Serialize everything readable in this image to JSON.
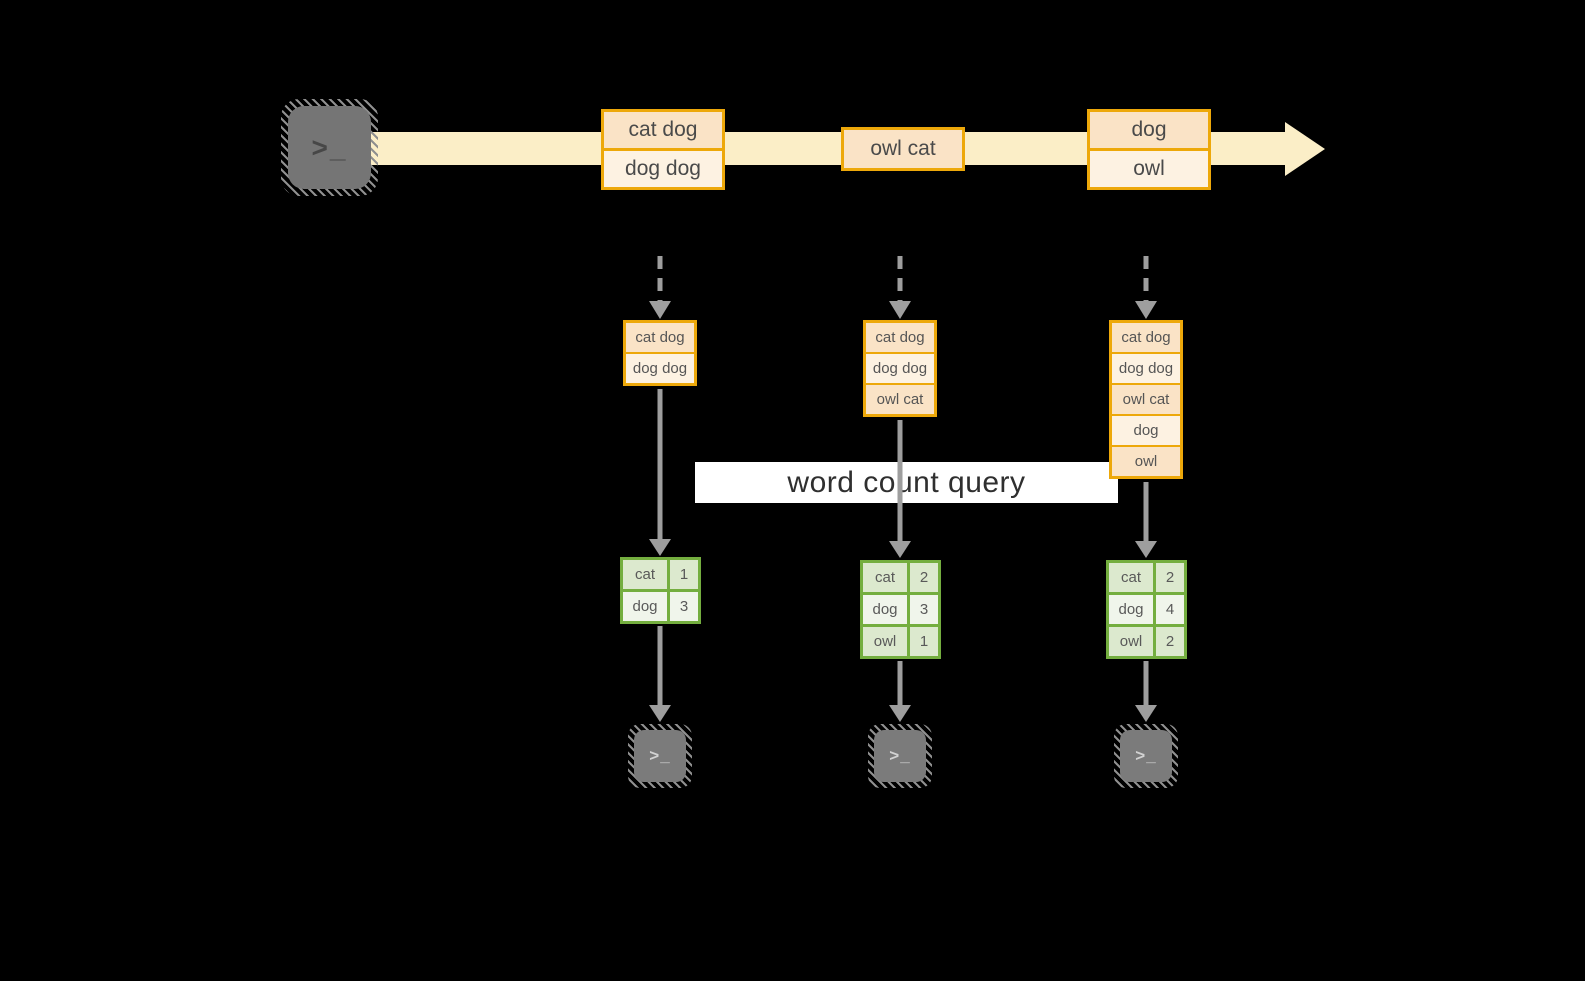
{
  "colors": {
    "amber": "#EDA80A",
    "peach": "#FAE3C6",
    "cream": "#FDF2E2",
    "band": "#FBEEC7",
    "green": "#74AE3F",
    "green-row-a": "#DCE9CE",
    "green-row-b": "#F0F5EB"
  },
  "source": {
    "terminal_glyph": ">_"
  },
  "stream": {
    "boxes": [
      {
        "cells": [
          "cat dog",
          "dog dog"
        ]
      },
      {
        "cells": [
          "owl cat"
        ]
      },
      {
        "cells": [
          "dog",
          "owl"
        ]
      }
    ]
  },
  "batches": [
    {
      "cells": [
        "cat dog",
        "dog dog"
      ]
    },
    {
      "cells": [
        "cat dog",
        "dog dog",
        "owl cat"
      ]
    },
    {
      "cells": [
        "cat dog",
        "dog dog",
        "owl cat",
        "dog",
        "owl"
      ]
    }
  ],
  "query": {
    "label": "word count query"
  },
  "results": [
    {
      "rows": [
        [
          "cat",
          "1"
        ],
        [
          "dog",
          "3"
        ]
      ]
    },
    {
      "rows": [
        [
          "cat",
          "2"
        ],
        [
          "dog",
          "3"
        ],
        [
          "owl",
          "1"
        ]
      ]
    },
    {
      "rows": [
        [
          "cat",
          "2"
        ],
        [
          "dog",
          "4"
        ],
        [
          "owl",
          "2"
        ]
      ]
    }
  ],
  "sinks": {
    "terminal_glyph": ">_"
  }
}
